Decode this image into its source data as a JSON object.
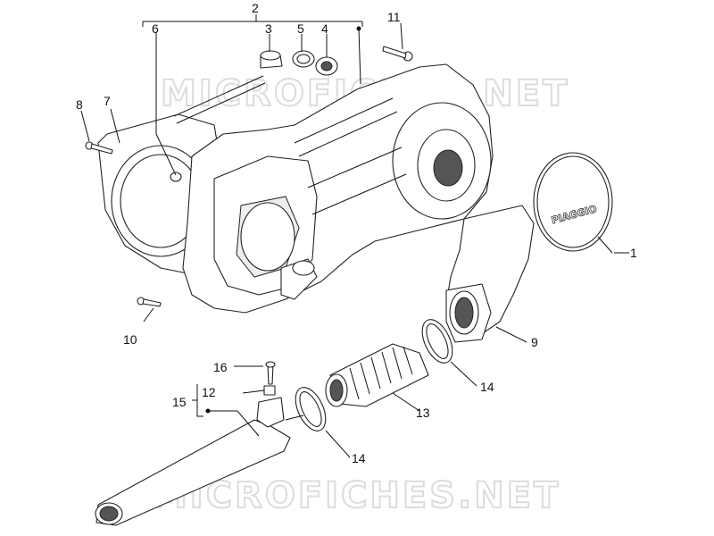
{
  "watermark": "MICROFICHES.NET",
  "brand_logo": "PIAGGIO",
  "callouts": [
    {
      "id": "1",
      "text": "1"
    },
    {
      "id": "2",
      "text": "2"
    },
    {
      "id": "3",
      "text": "3"
    },
    {
      "id": "4",
      "text": "4"
    },
    {
      "id": "5",
      "text": "5"
    },
    {
      "id": "6",
      "text": "6"
    },
    {
      "id": "7",
      "text": "7"
    },
    {
      "id": "8",
      "text": "8"
    },
    {
      "id": "9",
      "text": "9"
    },
    {
      "id": "10",
      "text": "10"
    },
    {
      "id": "11",
      "text": "11"
    },
    {
      "id": "12",
      "text": "12"
    },
    {
      "id": "13",
      "text": "13"
    },
    {
      "id": "14a",
      "text": "14"
    },
    {
      "id": "14b",
      "text": "14"
    },
    {
      "id": "15",
      "text": "15"
    },
    {
      "id": "16",
      "text": "16"
    }
  ]
}
